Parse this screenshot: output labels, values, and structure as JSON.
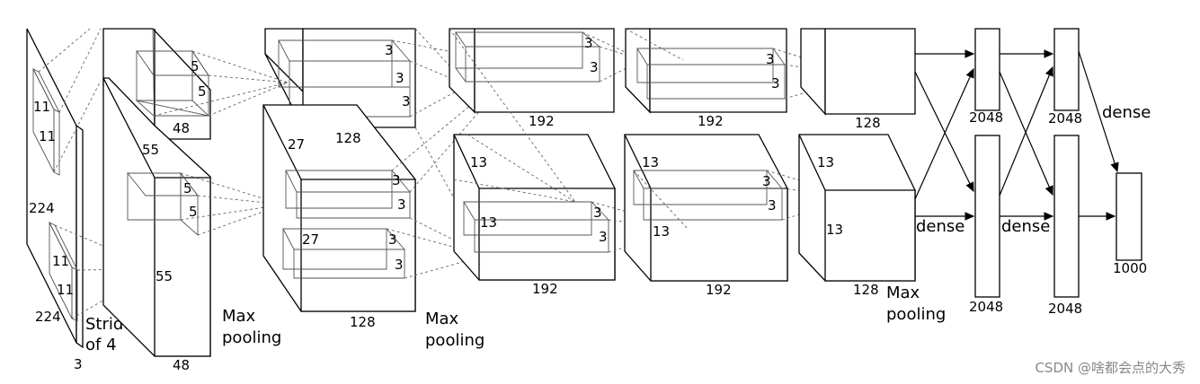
{
  "stages": {
    "input": {
      "side": "224",
      "side_b": "224",
      "depth": "3",
      "kernel_a": "11",
      "kernel_b": "11",
      "kernel_c": "11",
      "kernel_d": "11",
      "stride_1": "Stride",
      "stride_2": "of 4"
    },
    "conv1": {
      "top_k_a": "5",
      "top_k_b": "5",
      "top_depth": "48",
      "side": "55",
      "bot_k_a": "5",
      "bot_k_b": "5",
      "bot_side": "55",
      "bot_depth": "48",
      "pool_1": "Max",
      "pool_2": "pooling"
    },
    "conv2": {
      "top_k_a": "3",
      "top_k_b": "3",
      "top_k_c": "3",
      "top_depth": "128",
      "side": "27",
      "bot_k_a": "3",
      "bot_k_b": "3",
      "bot_side": "27",
      "bot_k_c": "3",
      "bot_k_d": "3",
      "bot_depth": "128",
      "pool_1": "Max",
      "pool_2": "pooling"
    },
    "conv3": {
      "top_k_a": "3",
      "top_k_b": "3",
      "top_depth": "192",
      "side": "13",
      "bot_k_a": "3",
      "bot_k_b": "3",
      "bot_side": "13",
      "bot_depth": "192"
    },
    "conv4": {
      "top_k_a": "3",
      "top_k_b": "3",
      "top_depth": "192",
      "side": "13",
      "bot_k_a": "3",
      "bot_k_b": "3",
      "bot_side": "13",
      "bot_depth": "192"
    },
    "conv5": {
      "top_depth": "128",
      "side": "13",
      "bot_side": "13",
      "bot_depth": "128",
      "pool_1": "Max",
      "pool_2": "pooling"
    },
    "dense": {
      "fc6_top": "2048",
      "fc6_bot": "2048",
      "fc7_top": "2048",
      "fc7_bot": "2048",
      "out": "1000",
      "label_a": "dense",
      "label_b": "dense",
      "label_c": "dense"
    }
  },
  "watermark": "CSDN @啥都会点的大秀"
}
